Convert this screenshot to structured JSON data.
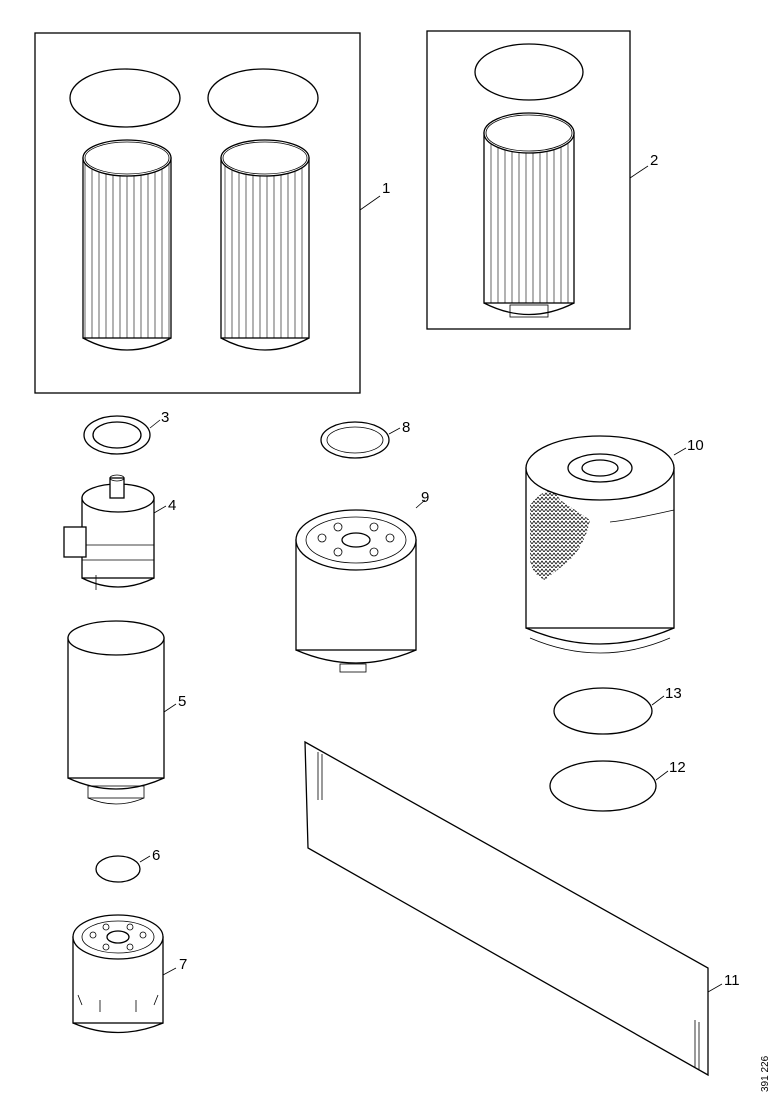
{
  "drawing": {
    "document_number": "391 226",
    "callouts": [
      "1",
      "2",
      "3",
      "4",
      "5",
      "6",
      "7",
      "8",
      "9",
      "10",
      "11",
      "12",
      "13"
    ],
    "parts": [
      {
        "callout": "1",
        "icon": "filter-kit-pair-with-seal-rings"
      },
      {
        "callout": "2",
        "icon": "filter-kit-single-with-seal-ring"
      },
      {
        "callout": "3",
        "icon": "seal-ring"
      },
      {
        "callout": "4",
        "icon": "filter-housing"
      },
      {
        "callout": "5",
        "icon": "filter-element"
      },
      {
        "callout": "6",
        "icon": "o-ring"
      },
      {
        "callout": "7",
        "icon": "spin-on-filter"
      },
      {
        "callout": "8",
        "icon": "seal-ring"
      },
      {
        "callout": "9",
        "icon": "spin-on-filter"
      },
      {
        "callout": "10",
        "icon": "filter-cartridge"
      },
      {
        "callout": "11",
        "icon": "label-plate"
      },
      {
        "callout": "12",
        "icon": "o-ring"
      },
      {
        "callout": "13",
        "icon": "o-ring"
      }
    ]
  }
}
